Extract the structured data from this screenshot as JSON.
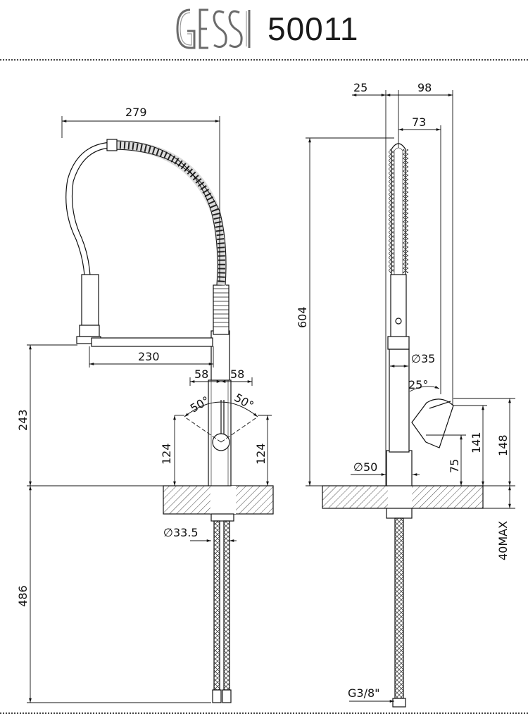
{
  "header": {
    "brand": "GESSI",
    "model": "50011"
  },
  "front_view": {
    "dims": {
      "total_width": "279",
      "spout_reach": "230",
      "handle_left": "58",
      "handle_right": "58",
      "angle_left": "50°",
      "angle_right": "50°",
      "height_above_deck": "243",
      "handle_height_left": "124",
      "handle_height_right": "124",
      "shank_diameter": "∅33.5",
      "hose_length": "486"
    }
  },
  "side_view": {
    "dims": {
      "back_offset": "25",
      "front_reach": "98",
      "head_reach": "73",
      "total_height": "604",
      "body_diameter_top": "∅35",
      "handle_angle": "25°",
      "base_diameter": "∅50",
      "dim_75": "75",
      "dim_141": "141",
      "dim_148": "148",
      "deck_thickness": "40MAX",
      "connection": "G3/8\""
    }
  }
}
